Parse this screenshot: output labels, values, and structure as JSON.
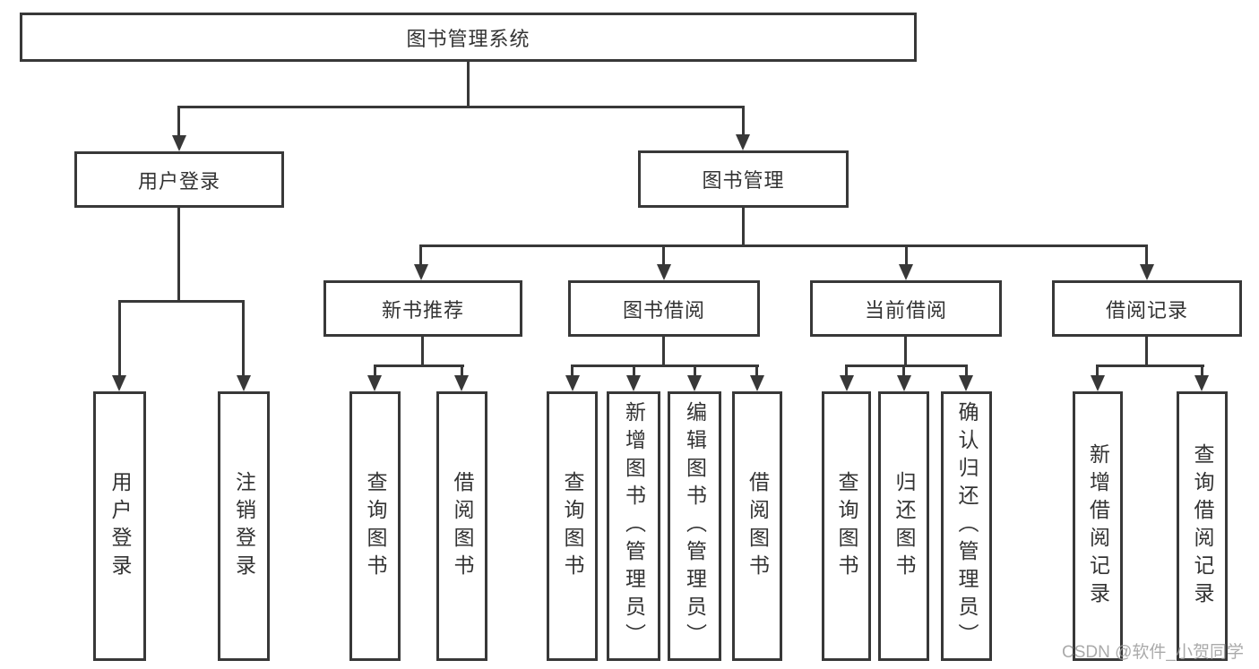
{
  "title": "图书管理系统",
  "root": {
    "label": "图书管理系统"
  },
  "level2": {
    "user_login": {
      "label": "用户登录",
      "children": [
        "用户登录",
        "注销登录"
      ]
    },
    "book_management": {
      "label": "图书管理"
    }
  },
  "level3": {
    "new_book_recommend": {
      "label": "新书推荐",
      "children": [
        "查询图书",
        "借阅图书"
      ]
    },
    "book_borrowing": {
      "label": "图书借阅",
      "children": [
        "查询图书",
        "新增图书（管理员）",
        "编辑图书（管理员）",
        "借阅图书"
      ]
    },
    "current_borrowing": {
      "label": "当前借阅",
      "children": [
        "查询图书",
        "归还图书",
        "确认归还（管理员）"
      ]
    },
    "borrow_records": {
      "label": "借阅记录",
      "children": [
        "新增借阅记录",
        "查询借阅记录"
      ]
    }
  },
  "watermark": {
    "text": "CSDN @软件_小贺同学"
  },
  "colors": {
    "line": "#383838",
    "text": "#333333",
    "box_background": "#ffffff",
    "page_background": "#ffffff",
    "watermark": "#9b9b9b"
  }
}
